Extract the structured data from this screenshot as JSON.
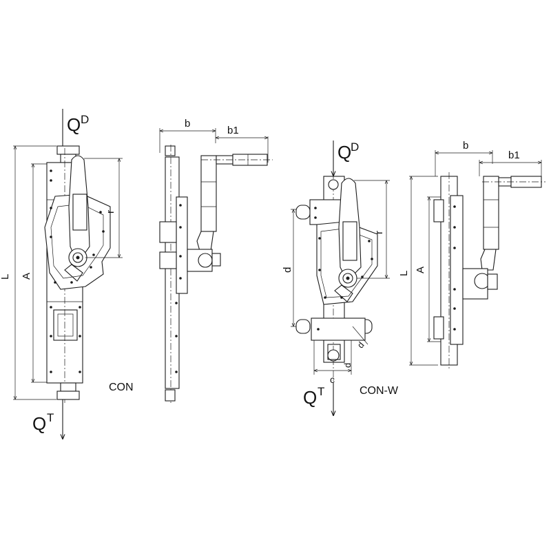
{
  "diagram": {
    "con_label": "CON",
    "conw_label": "CON-W",
    "load_top": {
      "letter": "Q",
      "superscript": "D"
    },
    "load_bottom": {
      "letter": "Q",
      "superscript": "T"
    },
    "dim_L": "L",
    "dim_A": "A",
    "dim_r": "r",
    "dim_b": "b",
    "dim_b1": "b1",
    "dim_d": "d",
    "dim_c": "c"
  }
}
